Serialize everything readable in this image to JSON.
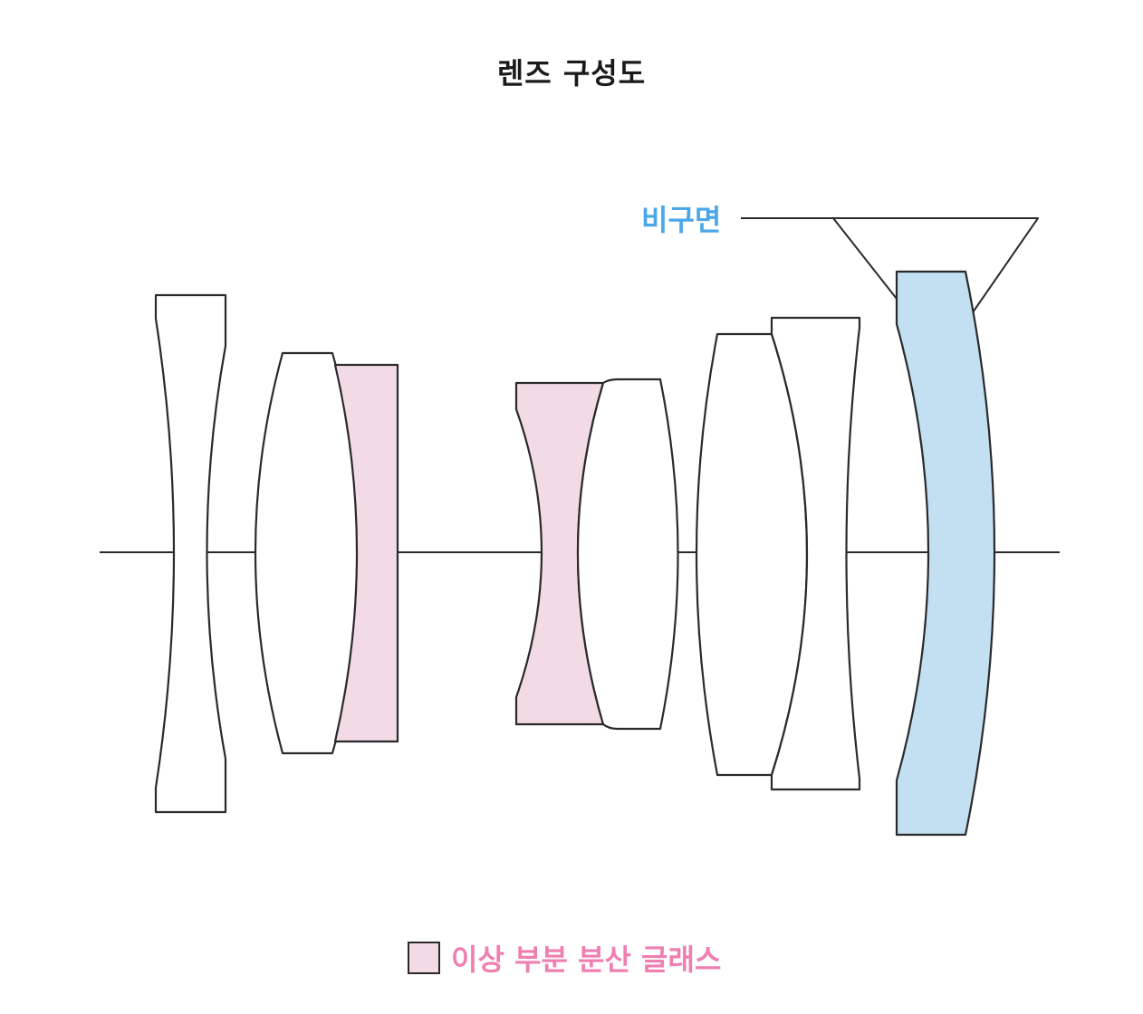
{
  "title": "렌즈 구성도",
  "aspheric_label": "비구면",
  "legend": {
    "label": "이상 부분 분산 글래스"
  },
  "colors": {
    "ed_glass_fill": "#f3dbe6",
    "aspheric_fill": "#c3dff2",
    "plain_fill": "#ffffff",
    "stroke": "#2a2a2a",
    "aspheric_label": "#4aa8e8",
    "legend_label": "#ef7fb0"
  },
  "lens_elements": [
    {
      "id": 1,
      "type": "plain"
    },
    {
      "id": 2,
      "type": "plain"
    },
    {
      "id": 3,
      "type": "ed_glass"
    },
    {
      "id": 4,
      "type": "ed_glass"
    },
    {
      "id": 5,
      "type": "plain"
    },
    {
      "id": 6,
      "type": "plain"
    },
    {
      "id": 7,
      "type": "plain"
    },
    {
      "id": 8,
      "type": "aspheric"
    }
  ]
}
